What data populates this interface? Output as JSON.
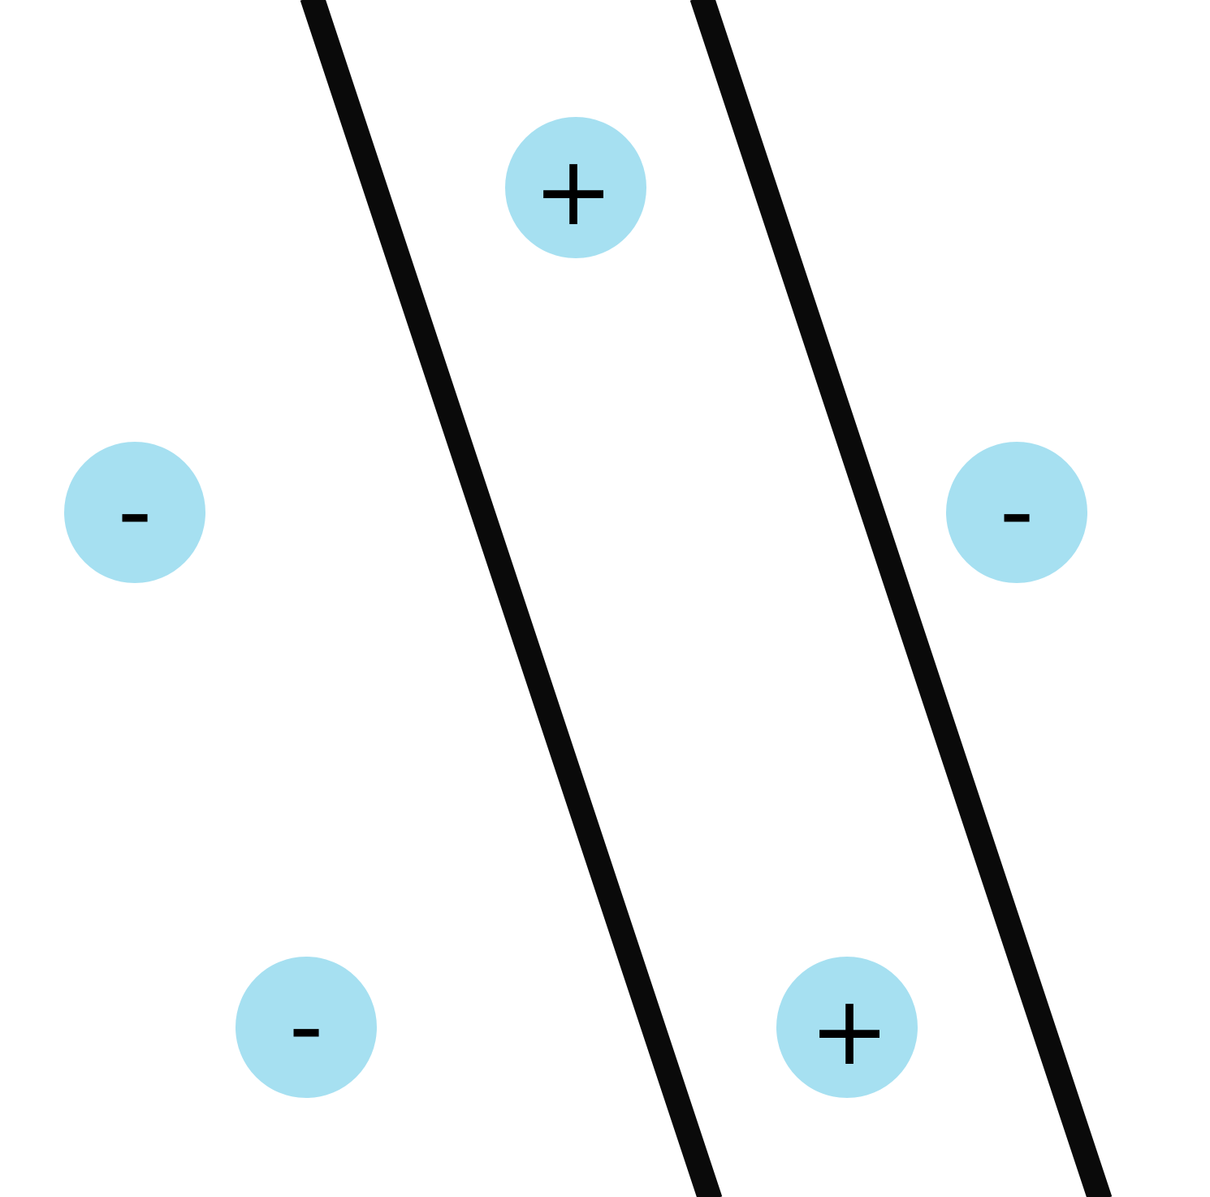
{
  "colors": {
    "background": "#ffffff",
    "line": "#0a0a0a",
    "charge_fill": "#a6e0f1",
    "charge_text": "#000000"
  },
  "charges": [
    {
      "id": "charge-top-center",
      "sign": "+"
    },
    {
      "id": "charge-left-middle",
      "sign": "-"
    },
    {
      "id": "charge-right-middle",
      "sign": "-"
    },
    {
      "id": "charge-bottom-left",
      "sign": "-"
    },
    {
      "id": "charge-bottom-right",
      "sign": "+"
    }
  ]
}
